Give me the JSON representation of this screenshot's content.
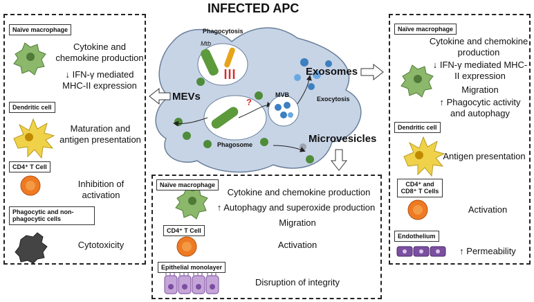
{
  "title": "INFECTED APC",
  "center": {
    "phagocytosis": "Phagocytosis",
    "mtb": "Mtb",
    "mvb": "MVB",
    "exocytosis": "Exocytosis",
    "phagosome": "Phagosome",
    "question": "?",
    "exosomes": "Exosomes",
    "mevs": "MEVs",
    "microvesicles": "Microvesicles"
  },
  "left_panel": {
    "naive_label": "Naïve macrophage",
    "naive_effect_1": "Cytokine and chemokine production",
    "naive_effect_2": "↓ IFN-γ mediated MHC-II expression",
    "dc_label": "Dendritic cell",
    "dc_effect": "Maturation and antigen presentation",
    "cd4_label": "CD4⁺ T Cell",
    "cd4_effect": "Inhibition of activation",
    "phago_label": "Phagocytic and non-phagocytic cells",
    "phago_effect": "Cytotoxicity"
  },
  "right_panel": {
    "naive_label": "Naïve macrophage",
    "naive_effect_1": "Cytokine and chemokine production",
    "naive_effect_2": "↓ IFN-γ mediated MHC-II expression",
    "naive_effect_3": "Migration",
    "naive_effect_4": "↑ Phagocytic activity and autophagy",
    "dc_label": "Dendritic cell",
    "dc_effect": "Antigen presentation",
    "tcell_label": "CD4⁺ and CD8⁺ T Cells",
    "tcell_effect": "Activation",
    "endo_label": "Endothelium",
    "endo_effect": "↑ Permeability"
  },
  "bottom_panel": {
    "naive_label": "Naïve macrophage",
    "naive_effect_1": "Cytokine and chemokine production",
    "naive_effect_2": "↑ Autophagy and superoxide production",
    "naive_effect_3": "Migration",
    "cd4_label": "CD4⁺ T Cell",
    "cd4_effect": "Activation",
    "epi_label": "Epithelial monolayer",
    "epi_effect": "Disruption of integrity"
  },
  "colors": {
    "macrophage": "#8bb86a",
    "dendritic": "#f0d24a",
    "tcell": "#ee7a22",
    "bacterium": "#5c9a3c",
    "cell_body": "#c7d4e6",
    "exosome": "#3d7fc0",
    "endothelium": "#7b4ea0",
    "epithelium": "#c5a6d8"
  }
}
